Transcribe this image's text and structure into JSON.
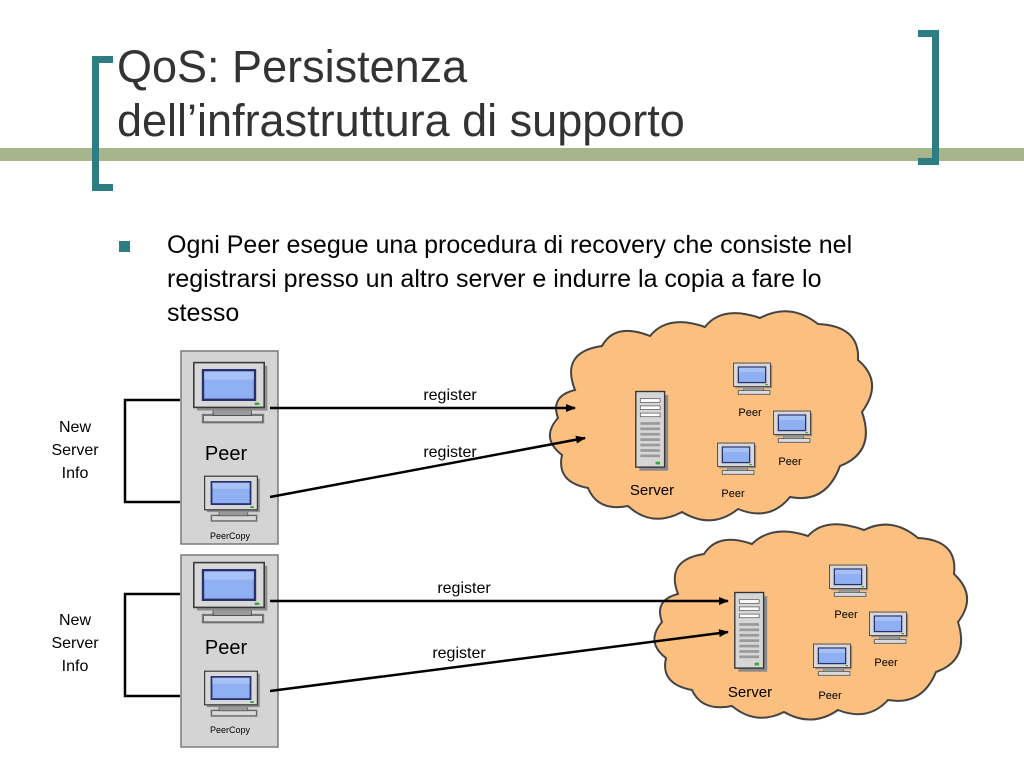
{
  "slide": {
    "title_line1": "QoS: Persistenza",
    "title_line2": "dell’infrastruttura di supporto",
    "bullet": "Ogni Peer esegue una procedura di recovery che consiste nel registrarsi presso un altro server e indurre la copia a fare lo stesso"
  },
  "diagram": {
    "rows": [
      {
        "peer_label": "Peer",
        "peercopy_label": "PeerCopy",
        "side_label": [
          "New",
          "Server",
          "Info"
        ],
        "arrow_top_label": "register",
        "arrow_bottom_label": "register",
        "server_label": "Server",
        "cloud_peers": [
          "Peer",
          "Peer",
          "Peer"
        ]
      },
      {
        "peer_label": "Peer",
        "peercopy_label": "PeerCopy",
        "side_label": [
          "New",
          "Server",
          "Info"
        ],
        "arrow_top_label": "register",
        "arrow_bottom_label": "register",
        "server_label": "Server",
        "cloud_peers": [
          "Peer",
          "Peer",
          "Peer"
        ]
      }
    ]
  },
  "colors": {
    "accent": "#2e7d82",
    "title_rule": "#a7b48c",
    "cloud_fill": "#fbbf7f",
    "box_fill": "#d4d4d4"
  },
  "icons": [
    "computer-icon",
    "server-tower-icon",
    "cloud-shape"
  ]
}
